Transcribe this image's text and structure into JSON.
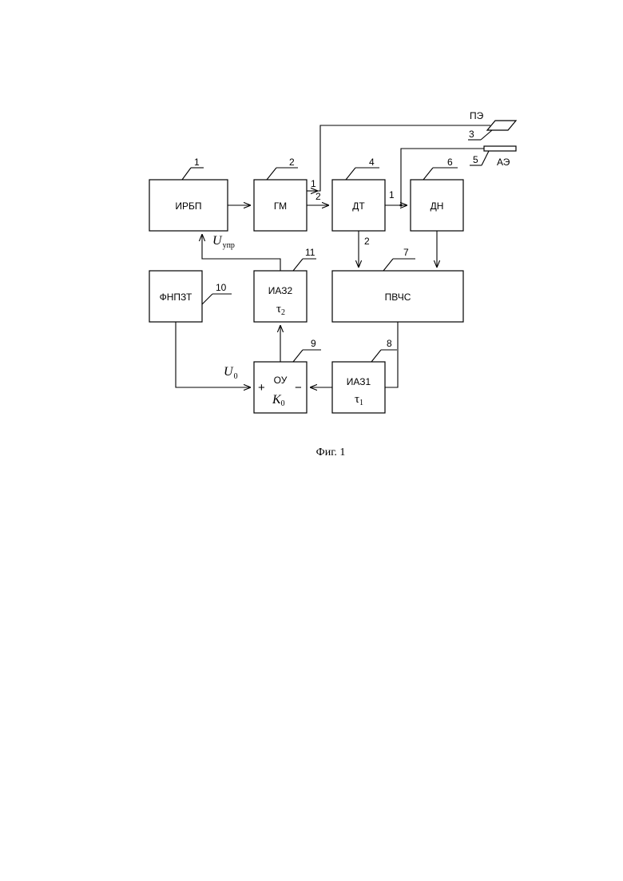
{
  "blocks": {
    "irbp": {
      "label": "ИРБП",
      "num": "1"
    },
    "gm": {
      "label": "ГМ",
      "num": "2"
    },
    "dt": {
      "label": "ДТ",
      "num": "4"
    },
    "dn": {
      "label": "ДН",
      "num": "6"
    },
    "pvchs": {
      "label": "ПВЧС",
      "num": "7"
    },
    "fnpzt": {
      "label": "ФНПЗТ",
      "num": "10"
    },
    "iaz2": {
      "label": "ИАЗ2",
      "tau": "τ",
      "tau_sub": "2",
      "num": "11"
    },
    "iaz1": {
      "label": "ИАЗ1",
      "tau": "τ",
      "tau_sub": "1",
      "num": "8"
    },
    "ou": {
      "label": "ОУ",
      "gain": "K",
      "gain_sub": "0",
      "plus": "+",
      "minus": "−",
      "num": "9"
    }
  },
  "electrodes": {
    "pe": {
      "label": "ПЭ",
      "num": "3"
    },
    "ae": {
      "label": "АЭ",
      "num": "5"
    }
  },
  "ports": {
    "gm_out1": "1",
    "gm_out2": "2",
    "dt_out1": "1",
    "dt_out2": "2"
  },
  "signals": {
    "u_upr": {
      "symbol": "U",
      "sub": "упр"
    },
    "u_0": {
      "symbol": "U",
      "sub": "0"
    }
  },
  "caption": "Фиг. 1"
}
